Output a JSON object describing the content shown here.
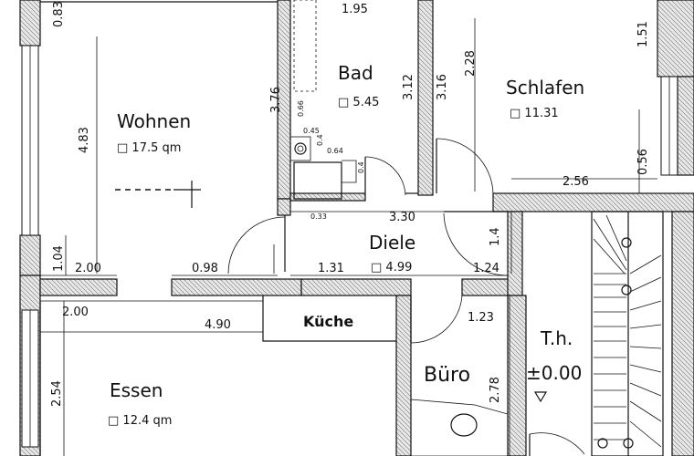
{
  "rooms": {
    "wohnen": {
      "name": "Wohnen",
      "area": "17.5 qm"
    },
    "bad": {
      "name": "Bad",
      "area": "5.45"
    },
    "schlafen": {
      "name": "Schlafen",
      "area": "11.31"
    },
    "diele": {
      "name": "Diele",
      "area": "4.99"
    },
    "kueche": {
      "name": "Küche"
    },
    "buero": {
      "name": "Büro"
    },
    "th": {
      "name": "T.h.",
      "level": "±0.00"
    },
    "essen": {
      "name": "Essen",
      "area": "12.4 qm"
    }
  },
  "dimensions": {
    "wohnen_top_left": "0.83",
    "bad_top": "1.95",
    "schlafen_top_right": "1.51",
    "bad_right": "3.12",
    "bad_left": "3.76",
    "bad_small_1": "0.66",
    "bad_small_2": "0.45",
    "bad_small_3": "0.4",
    "bad_small_4": "0.64",
    "bad_small_5": "0.4",
    "schlafen_left_1": "3.16",
    "schlafen_left_2": "2.28",
    "schlafen_right": "0.56",
    "schlafen_bottom": "2.56",
    "wohnen_height": "4.83",
    "wohnen_lower": "1.04",
    "wohnen_bottom": "2.00",
    "door_098": "0.98",
    "diele_width": "3.30",
    "diele_small": "0.33",
    "diele_131": "1.31",
    "diele_124": "1.24",
    "diele_right": "1.4",
    "essen_top": "2.00",
    "kitchen_width": "4.90",
    "buero_top": "1.23",
    "buero_height": "2.78",
    "essen_height": "2.54"
  },
  "colors": {
    "ink": "#111111",
    "paper": "#ffffff"
  }
}
